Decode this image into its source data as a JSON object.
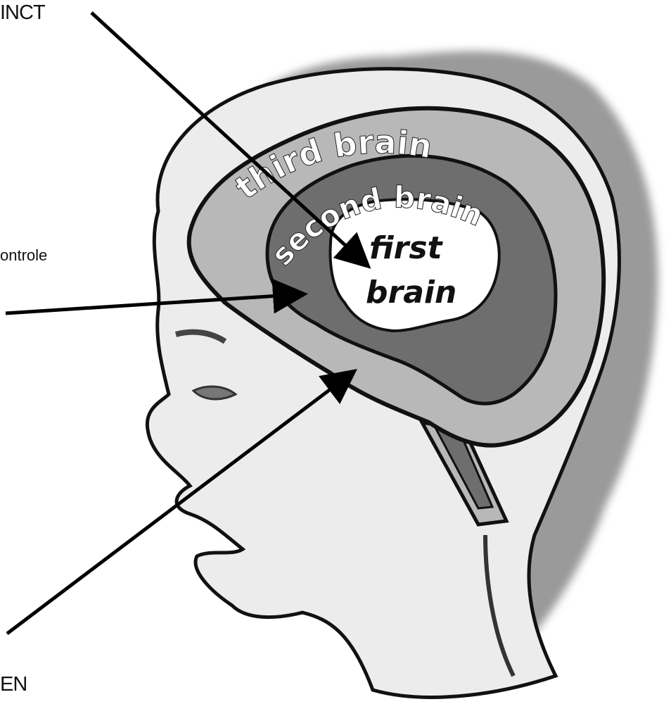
{
  "labels": {
    "top": "INCT",
    "middle": "ontrole",
    "bottom": "EN"
  },
  "brain_regions": {
    "third": "third brain",
    "second": "second brain",
    "first_line1": "first",
    "first_line2": "brain"
  },
  "colors": {
    "outline": "#111111",
    "skin": "#ececec",
    "hair": "#9a9a9a",
    "third_brain": "#b8b8b8",
    "second_brain": "#6e6e6e",
    "first_brain": "#ffffff",
    "arrow": "#000000"
  }
}
